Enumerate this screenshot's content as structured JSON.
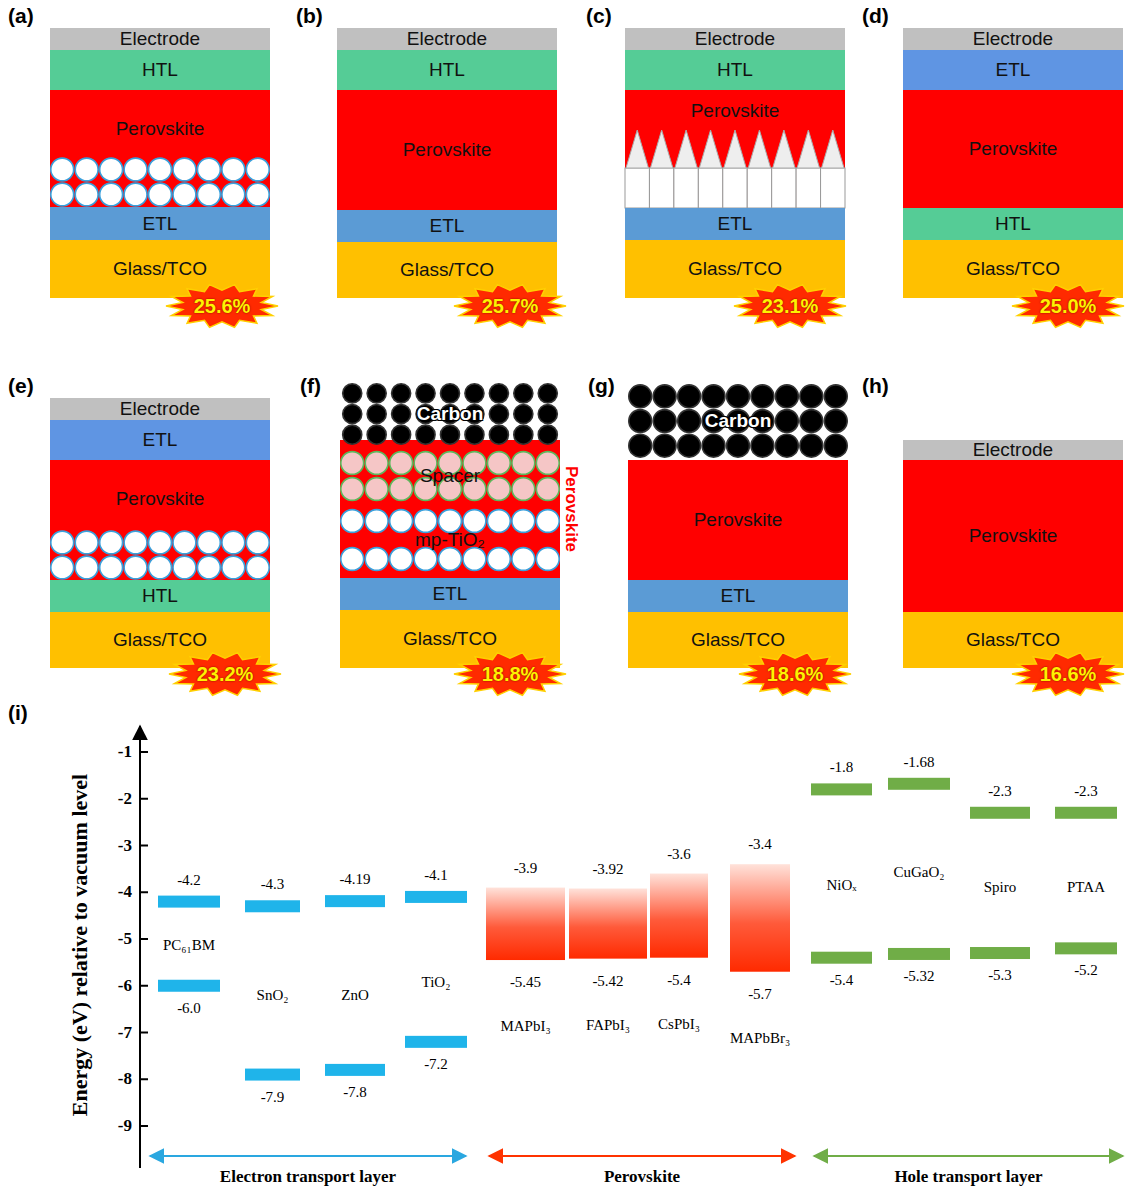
{
  "diagram": {
    "nodes": [
      {
        "text": [
          "Electrode"
        ]
      },
      {
        "text": [
          "HTL"
        ]
      },
      {
        "text": [
          "Perovskite"
        ]
      },
      {
        "text": [
          "ETL"
        ]
      },
      {
        "text": [
          "Glass/TCO"
        ]
      },
      {
        "text": [
          "25.6%"
        ]
      },
      {
        "text": [
          "Electrode"
        ]
      },
      {
        "text": [
          "HTL"
        ]
      },
      {
        "text": [
          "Perovskite"
        ]
      },
      {
        "text": [
          "ETL"
        ]
      },
      {
        "text": [
          "Glass/TCO"
        ]
      },
      {
        "text": [
          "25.7%"
        ]
      },
      {
        "text": [
          "Electrode"
        ]
      },
      {
        "text": [
          "HTL"
        ]
      },
      {
        "text": [
          "Perovskite"
        ]
      },
      {
        "text": [
          "ETL"
        ]
      },
      {
        "text": [
          "Glass/TCO"
        ]
      },
      {
        "text": [
          "23.1%"
        ]
      },
      {
        "text": [
          "Electrode"
        ]
      },
      {
        "text": [
          "ETL"
        ]
      },
      {
        "text": [
          "Perovskite"
        ]
      },
      {
        "text": [
          "HTL"
        ]
      },
      {
        "text": [
          "Glass/TCO"
        ]
      },
      {
        "text": [
          "25.0%"
        ]
      },
      {
        "text": [
          "Electrode"
        ]
      },
      {
        "text": [
          "ETL"
        ]
      },
      {
        "text": [
          "Perovskite"
        ]
      },
      {
        "text": [
          "HTL"
        ]
      },
      {
        "text": [
          "Glass/TCO"
        ]
      },
      {
        "text": [
          "23.2%"
        ]
      },
      {
        "text": [
          "Carbon"
        ]
      },
      {
        "text": [
          "Perovskite"
        ]
      },
      {
        "text": [
          "Spacer"
        ],
        "in": 31
      },
      {
        "text": [
          "mp-TiO₂"
        ],
        "in": 31
      },
      {
        "text": [
          "ETL"
        ]
      },
      {
        "text": [
          "Glass/TCO"
        ]
      },
      {
        "text": [
          "18.8%"
        ]
      },
      {
        "text": [
          "Carbon"
        ]
      },
      {
        "text": [
          "Perovskite"
        ]
      },
      {
        "text": [
          "ETL"
        ]
      },
      {
        "text": [
          "Glass/TCO"
        ]
      },
      {
        "text": [
          "18.6%"
        ]
      },
      {
        "text": [
          "Electrode"
        ]
      },
      {
        "text": [
          "Perovskite"
        ]
      },
      {
        "text": [
          "Glass/TCO"
        ]
      },
      {
        "text": [
          "16.6%"
        ]
      }
    ],
    "labels": [
      "(a)",
      "(b)",
      "(c)",
      "(d)",
      "(e)",
      "(f)",
      "(g)",
      "(h)",
      "(i)",
      "-1",
      "-2",
      "-3",
      "-4",
      "-5",
      "-6",
      "-7",
      "-8",
      "-9",
      "Energy (eV) relative to vacuum level",
      "PC₆₁BM",
      "-4.2",
      "-6.0",
      "SnO₂",
      "-4.3",
      "-7.9",
      "ZnO",
      "-4.19",
      "-7.8",
      "TiO₂",
      "-4.1",
      "-7.2",
      "MAPbI₃",
      "-3.9",
      "-5.45",
      "FAPbI₃",
      "-3.92",
      "-5.42",
      "CsPbI₃",
      "-3.6",
      "-5.4",
      "MAPbBr₃",
      "-3.4",
      "-5.7",
      "NiOₓ",
      "-1.8",
      "-5.4",
      "CuGaO₂",
      "-1.68",
      "-5.32",
      "Spiro",
      "-2.3",
      "-5.3",
      "PTAA",
      "-2.3",
      "-5.2",
      "Electron transport layer",
      "Perovskite",
      "Hole transport layer"
    ]
  }
}
